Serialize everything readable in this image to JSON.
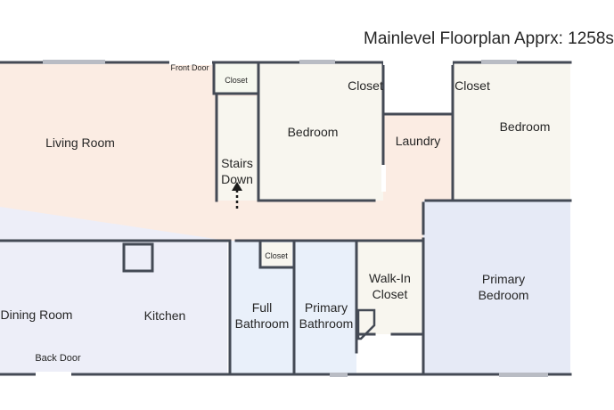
{
  "title": "Mainlevel Floorplan Apprx: 1258s",
  "labels": {
    "front_door": "Front Door",
    "closet_small_top": "Closet",
    "closet_bedroom1": "Closet",
    "closet_bedroom2": "Closet",
    "living_room": "Living Room",
    "bedroom_1": "Bedroom",
    "laundry": "Laundry",
    "bedroom_2": "Bedroom",
    "stairs": "Stairs\nDown",
    "closet_hall": "Closet",
    "dining_room": "Dining Room",
    "kitchen": "Kitchen",
    "full_bathroom": "Full\nBathroom",
    "primary_bathroom": "Primary\nBathroom",
    "walk_in_closet": "Walk-In\nCloset",
    "primary_bedroom": "Primary\nBedroom",
    "back_door": "Back Door"
  },
  "colors": {
    "wall": "#444a55",
    "living": "#fbece3",
    "light": "#f8f6ef",
    "bath": "#e9f0fa",
    "primary": "#e6eaf6",
    "dining": "#edeef8",
    "window": "#b9bcc4"
  }
}
